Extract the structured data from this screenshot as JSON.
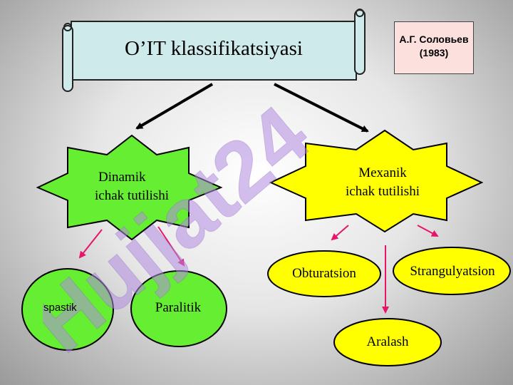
{
  "title": "O’IT klassifikatsiyasi",
  "source": {
    "author": "А.Г. Соловьев",
    "year": "(1983)"
  },
  "watermark": "Hujjat24",
  "categories": {
    "dynamic": {
      "line1": "Dinamik",
      "line2": "ichak tutilishi",
      "color": "#66ee33"
    },
    "mechanical": {
      "line1": "Mexanik",
      "line2": "ichak tutilishi",
      "color": "#ffff00"
    }
  },
  "subtypes": {
    "spastik": "spastik",
    "paralitik": "Paralitik",
    "obturatsion": "Obturatsion",
    "strangulyatsion": "Strangulyatsion",
    "aralash": "Aralash"
  },
  "colors": {
    "arrow": "#e6156b",
    "scroll": "#cfeaea",
    "source_box": "#fbe0dd"
  }
}
